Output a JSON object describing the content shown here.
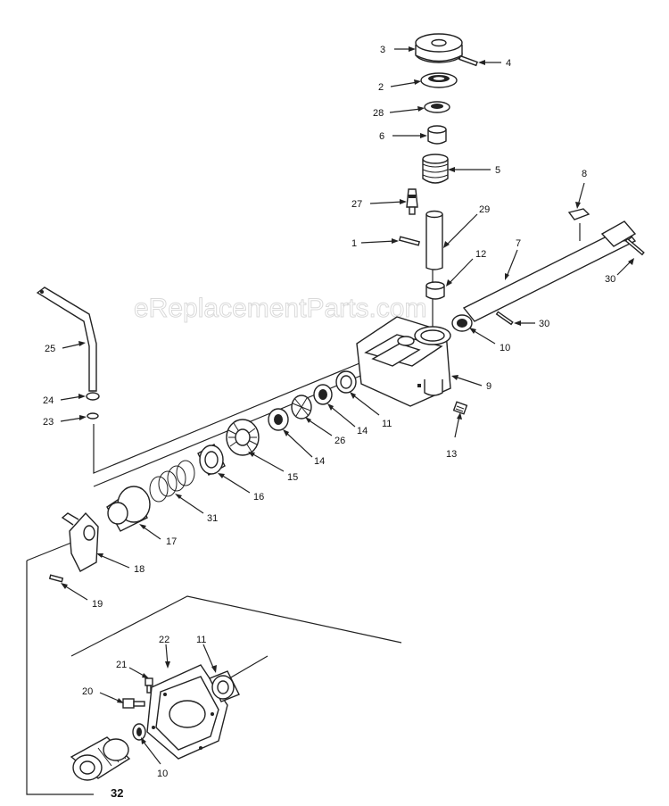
{
  "watermark": "eReplacementParts.com",
  "callouts": [
    {
      "id": "3",
      "text": "3"
    },
    {
      "id": "4",
      "text": "4"
    },
    {
      "id": "2",
      "text": "2"
    },
    {
      "id": "28",
      "text": "28"
    },
    {
      "id": "6",
      "text": "6"
    },
    {
      "id": "5",
      "text": "5"
    },
    {
      "id": "27",
      "text": "27"
    },
    {
      "id": "29",
      "text": "29"
    },
    {
      "id": "8",
      "text": "8"
    },
    {
      "id": "7",
      "text": "7"
    },
    {
      "id": "1",
      "text": "1"
    },
    {
      "id": "12",
      "text": "12"
    },
    {
      "id": "30a",
      "text": "30"
    },
    {
      "id": "30b",
      "text": "30"
    },
    {
      "id": "10a",
      "text": "10"
    },
    {
      "id": "25",
      "text": "25"
    },
    {
      "id": "9",
      "text": "9"
    },
    {
      "id": "24",
      "text": "24"
    },
    {
      "id": "11a",
      "text": "11"
    },
    {
      "id": "23",
      "text": "23"
    },
    {
      "id": "14a",
      "text": "14"
    },
    {
      "id": "26",
      "text": "26"
    },
    {
      "id": "13",
      "text": "13"
    },
    {
      "id": "14b",
      "text": "14"
    },
    {
      "id": "15",
      "text": "15"
    },
    {
      "id": "16",
      "text": "16"
    },
    {
      "id": "31",
      "text": "31"
    },
    {
      "id": "17",
      "text": "17"
    },
    {
      "id": "18",
      "text": "18"
    },
    {
      "id": "19",
      "text": "19"
    },
    {
      "id": "22",
      "text": "22"
    },
    {
      "id": "11b",
      "text": "11"
    },
    {
      "id": "21",
      "text": "21"
    },
    {
      "id": "20",
      "text": "20"
    },
    {
      "id": "10b",
      "text": "10"
    },
    {
      "id": "32",
      "text": "32"
    }
  ]
}
